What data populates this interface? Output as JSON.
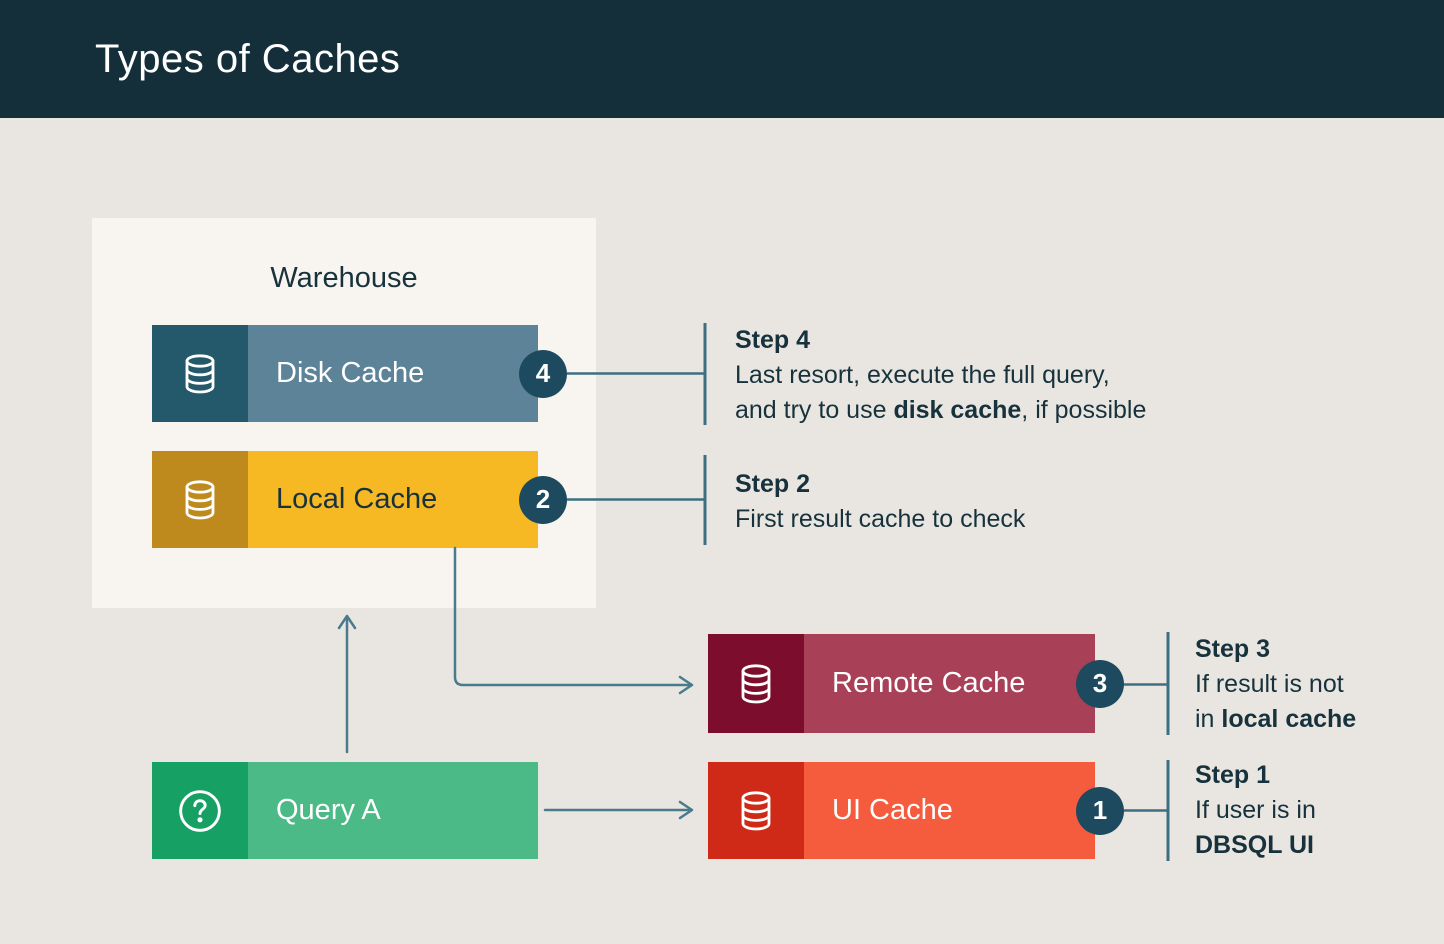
{
  "header": {
    "title": "Types of Caches"
  },
  "warehouse": {
    "title": "Warehouse"
  },
  "nodes": {
    "disk_cache": {
      "label": "Disk Cache",
      "badge": "4",
      "icon": "database-icon"
    },
    "local_cache": {
      "label": "Local Cache",
      "badge": "2",
      "icon": "database-icon"
    },
    "remote_cache": {
      "label": "Remote Cache",
      "badge": "3",
      "icon": "database-icon"
    },
    "ui_cache": {
      "label": "UI Cache",
      "badge": "1",
      "icon": "database-icon"
    },
    "query_a": {
      "label": "Query A",
      "icon": "question-circle-icon"
    }
  },
  "steps": {
    "step4": {
      "title": "Step 4",
      "line1": "Last resort, execute the full query,",
      "line2_pre": "and try to use ",
      "line2_bold": "disk cache",
      "line2_post": ", if possible"
    },
    "step2": {
      "title": "Step 2",
      "line1": "First result cache to check"
    },
    "step3": {
      "title": "Step 3",
      "line1": "If result is not",
      "line2_pre": "in ",
      "line2_bold": "local cache"
    },
    "step1": {
      "title": "Step 1",
      "line1": "If user is in",
      "line2_bold": "DBSQL UI"
    }
  },
  "colors": {
    "header_bg": "#142f3a",
    "page_bg": "#e9e6e1",
    "card_bg": "#f8f5f0",
    "disk_bar": "#5d8398",
    "disk_icon_bg": "#24596c",
    "local_bar": "#f6b823",
    "local_icon_bg": "#bf8a1d",
    "remote_bar": "#a84057",
    "remote_icon_bg": "#7c0d2d",
    "ui_bar": "#f55b3d",
    "ui_icon_bg": "#ce2a17",
    "query_bar": "#4cba87",
    "query_icon_bg": "#17a063",
    "badge_bg": "#1d4a5e",
    "text_dark": "#17323c",
    "connector": "#3e6e81",
    "arrow": "#4a7b8c"
  }
}
